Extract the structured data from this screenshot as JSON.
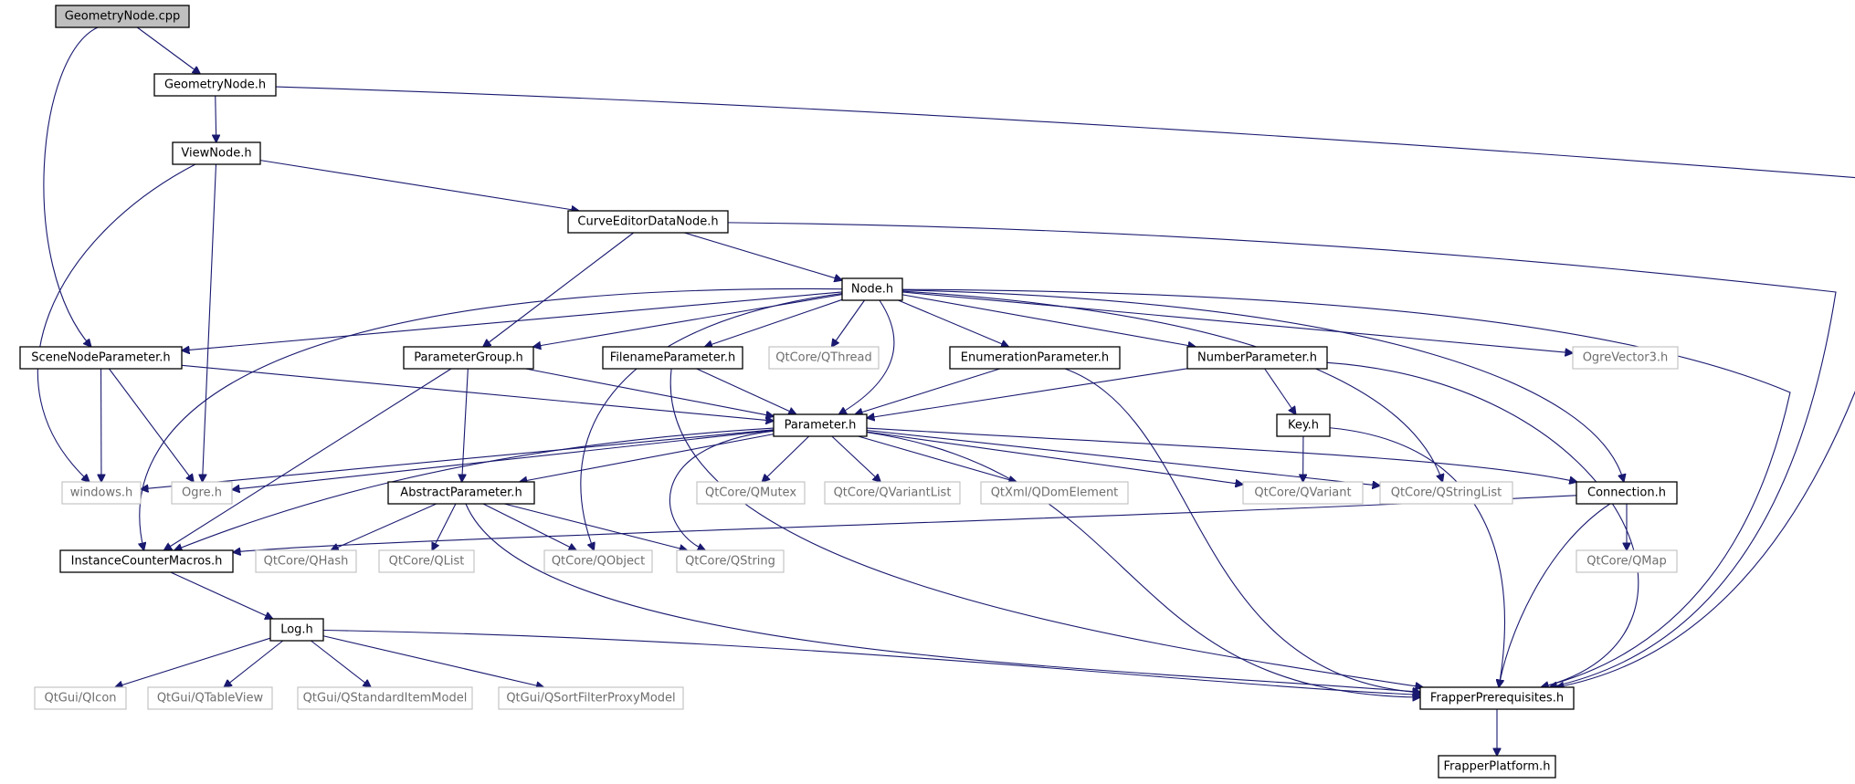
{
  "graph": {
    "colors": {
      "edge": "#191970",
      "root_fill": "#bfbfbf",
      "external_border": "#bfbfbf"
    },
    "nodes": [
      {
        "id": "geometrynode_cpp",
        "label": "GeometryNode.cpp",
        "kind": "root"
      },
      {
        "id": "geometrynode_h",
        "label": "GeometryNode.h",
        "kind": "file"
      },
      {
        "id": "viewnode_h",
        "label": "ViewNode.h",
        "kind": "file"
      },
      {
        "id": "curveeditordatanode_h",
        "label": "CurveEditorDataNode.h",
        "kind": "file"
      },
      {
        "id": "node_h",
        "label": "Node.h",
        "kind": "file"
      },
      {
        "id": "scenenodeparameter_h",
        "label": "SceneNodeParameter.h",
        "kind": "file"
      },
      {
        "id": "parametergroup_h",
        "label": "ParameterGroup.h",
        "kind": "file"
      },
      {
        "id": "filenameparameter_h",
        "label": "FilenameParameter.h",
        "kind": "file"
      },
      {
        "id": "qthread",
        "label": "QtCore/QThread",
        "kind": "external"
      },
      {
        "id": "enumerationparameter_h",
        "label": "EnumerationParameter.h",
        "kind": "file"
      },
      {
        "id": "numberparameter_h",
        "label": "NumberParameter.h",
        "kind": "file"
      },
      {
        "id": "ogrevector3_h",
        "label": "OgreVector3.h",
        "kind": "external"
      },
      {
        "id": "parameter_h",
        "label": "Parameter.h",
        "kind": "file"
      },
      {
        "id": "key_h",
        "label": "Key.h",
        "kind": "file"
      },
      {
        "id": "windows_h",
        "label": "windows.h",
        "kind": "external"
      },
      {
        "id": "ogre_h",
        "label": "Ogre.h",
        "kind": "external"
      },
      {
        "id": "abstractparameter_h",
        "label": "AbstractParameter.h",
        "kind": "file"
      },
      {
        "id": "qmutex",
        "label": "QtCore/QMutex",
        "kind": "external"
      },
      {
        "id": "qvariantlist",
        "label": "QtCore/QVariantList",
        "kind": "external"
      },
      {
        "id": "qdomelement",
        "label": "QtXml/QDomElement",
        "kind": "external"
      },
      {
        "id": "qvariant",
        "label": "QtCore/QVariant",
        "kind": "external"
      },
      {
        "id": "qstringlist",
        "label": "QtCore/QStringList",
        "kind": "external"
      },
      {
        "id": "connection_h",
        "label": "Connection.h",
        "kind": "file"
      },
      {
        "id": "instancecountermacros_h",
        "label": "InstanceCounterMacros.h",
        "kind": "file"
      },
      {
        "id": "qhash",
        "label": "QtCore/QHash",
        "kind": "external"
      },
      {
        "id": "qlist",
        "label": "QtCore/QList",
        "kind": "external"
      },
      {
        "id": "qobject",
        "label": "QtCore/QObject",
        "kind": "external"
      },
      {
        "id": "qstring",
        "label": "QtCore/QString",
        "kind": "external"
      },
      {
        "id": "qmap",
        "label": "QtCore/QMap",
        "kind": "external"
      },
      {
        "id": "log_h",
        "label": "Log.h",
        "kind": "file"
      },
      {
        "id": "qicon",
        "label": "QtGui/QIcon",
        "kind": "external"
      },
      {
        "id": "qtableview",
        "label": "QtGui/QTableView",
        "kind": "external"
      },
      {
        "id": "qstandarditemmodel",
        "label": "QtGui/QStandardItemModel",
        "kind": "external"
      },
      {
        "id": "qsortfilterproxymodel",
        "label": "QtGui/QSortFilterProxyModel",
        "kind": "external"
      },
      {
        "id": "frapperprerequisites_h",
        "label": "FrapperPrerequisites.h",
        "kind": "file"
      },
      {
        "id": "frapperplatform_h",
        "label": "FrapperPlatform.h",
        "kind": "file"
      }
    ],
    "edges": [
      [
        "geometrynode_cpp",
        "geometrynode_h"
      ],
      [
        "geometrynode_cpp",
        "scenenodeparameter_h"
      ],
      [
        "geometrynode_h",
        "viewnode_h"
      ],
      [
        "geometrynode_h",
        "frapperprerequisites_h"
      ],
      [
        "viewnode_h",
        "curveeditordatanode_h"
      ],
      [
        "viewnode_h",
        "windows_h"
      ],
      [
        "viewnode_h",
        "ogre_h"
      ],
      [
        "curveeditordatanode_h",
        "node_h"
      ],
      [
        "curveeditordatanode_h",
        "parametergroup_h"
      ],
      [
        "curveeditordatanode_h",
        "frapperprerequisites_h"
      ],
      [
        "node_h",
        "scenenodeparameter_h"
      ],
      [
        "node_h",
        "parametergroup_h"
      ],
      [
        "node_h",
        "filenameparameter_h"
      ],
      [
        "node_h",
        "qthread"
      ],
      [
        "node_h",
        "enumerationparameter_h"
      ],
      [
        "node_h",
        "numberparameter_h"
      ],
      [
        "node_h",
        "ogrevector3_h"
      ],
      [
        "node_h",
        "parameter_h"
      ],
      [
        "node_h",
        "instancecountermacros_h"
      ],
      [
        "node_h",
        "qobject"
      ],
      [
        "node_h",
        "qstringlist"
      ],
      [
        "node_h",
        "connection_h"
      ],
      [
        "node_h",
        "frapperprerequisites_h"
      ],
      [
        "scenenodeparameter_h",
        "windows_h"
      ],
      [
        "scenenodeparameter_h",
        "ogre_h"
      ],
      [
        "scenenodeparameter_h",
        "parameter_h"
      ],
      [
        "parametergroup_h",
        "parameter_h"
      ],
      [
        "parametergroup_h",
        "abstractparameter_h"
      ],
      [
        "parametergroup_h",
        "instancecountermacros_h"
      ],
      [
        "filenameparameter_h",
        "parameter_h"
      ],
      [
        "filenameparameter_h",
        "frapperprerequisites_h"
      ],
      [
        "enumerationparameter_h",
        "parameter_h"
      ],
      [
        "enumerationparameter_h",
        "frapperprerequisites_h"
      ],
      [
        "numberparameter_h",
        "parameter_h"
      ],
      [
        "numberparameter_h",
        "key_h"
      ],
      [
        "numberparameter_h",
        "frapperprerequisites_h"
      ],
      [
        "key_h",
        "qvariant"
      ],
      [
        "key_h",
        "frapperprerequisites_h"
      ],
      [
        "parameter_h",
        "windows_h"
      ],
      [
        "parameter_h",
        "ogre_h"
      ],
      [
        "parameter_h",
        "abstractparameter_h"
      ],
      [
        "parameter_h",
        "instancecountermacros_h"
      ],
      [
        "parameter_h",
        "qmutex"
      ],
      [
        "parameter_h",
        "qvariantlist"
      ],
      [
        "parameter_h",
        "qdomelement"
      ],
      [
        "parameter_h",
        "qvariant"
      ],
      [
        "parameter_h",
        "qstringlist"
      ],
      [
        "parameter_h",
        "connection_h"
      ],
      [
        "parameter_h",
        "qstring"
      ],
      [
        "parameter_h",
        "frapperprerequisites_h"
      ],
      [
        "abstractparameter_h",
        "qhash"
      ],
      [
        "abstractparameter_h",
        "qlist"
      ],
      [
        "abstractparameter_h",
        "qobject"
      ],
      [
        "abstractparameter_h",
        "qstring"
      ],
      [
        "abstractparameter_h",
        "frapperprerequisites_h"
      ],
      [
        "connection_h",
        "instancecountermacros_h"
      ],
      [
        "connection_h",
        "qmap"
      ],
      [
        "connection_h",
        "frapperprerequisites_h"
      ],
      [
        "instancecountermacros_h",
        "log_h"
      ],
      [
        "log_h",
        "qicon"
      ],
      [
        "log_h",
        "qtableview"
      ],
      [
        "log_h",
        "qstandarditemmodel"
      ],
      [
        "log_h",
        "qsortfilterproxymodel"
      ],
      [
        "log_h",
        "frapperprerequisites_h"
      ],
      [
        "frapperprerequisites_h",
        "frapperplatform_h"
      ]
    ]
  }
}
